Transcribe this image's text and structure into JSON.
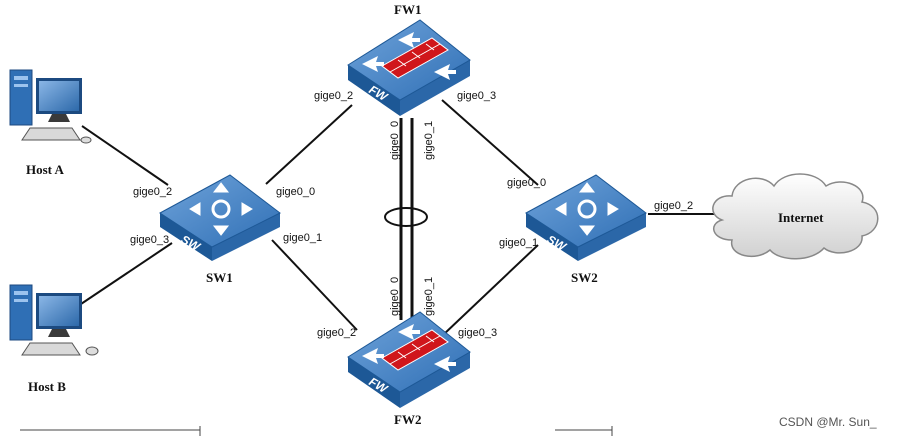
{
  "nodes": {
    "fw1": {
      "label": "FW1",
      "tag": "FW"
    },
    "fw2": {
      "label": "FW2",
      "tag": "FW"
    },
    "sw1": {
      "label": "SW1",
      "tag": "SW"
    },
    "sw2": {
      "label": "SW2",
      "tag": "SW"
    },
    "host_a": {
      "label": "Host A"
    },
    "host_b": {
      "label": "Host B"
    },
    "internet": {
      "label": "Internet"
    }
  },
  "ports": {
    "sw1_hosta": "gige0_2",
    "sw1_hostb": "gige0_3",
    "sw1_fw1": "gige0_0",
    "sw1_fw2": "gige0_1",
    "fw1_sw1": "gige0_2",
    "fw1_sw2": "gige0_3",
    "fw1_fw2_a": "gige0_0",
    "fw1_fw2_b": "gige0_1",
    "fw2_fw1_a": "gige0_0",
    "fw2_fw1_b": "gige0_1",
    "fw2_sw1": "gige0_2",
    "fw2_sw2": "gige0_3",
    "sw2_fw1": "gige0_0",
    "sw2_fw2": "gige0_1",
    "sw2_internet": "gige0_2"
  },
  "watermark": "CSDN @Mr. Sun_"
}
